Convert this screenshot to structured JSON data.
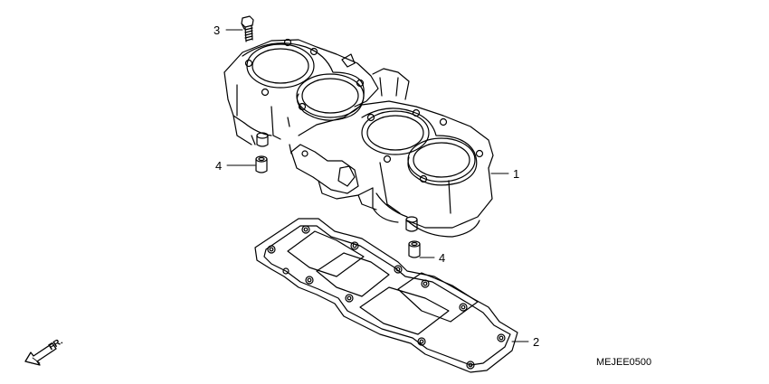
{
  "callouts": {
    "c1": "1",
    "c2": "2",
    "c3": "3",
    "c4a": "4",
    "c4b": "4"
  },
  "direction": {
    "label": "FR."
  },
  "diagram_code": "MEJEE0500",
  "colors": {
    "line": "#000000",
    "background": "#ffffff"
  }
}
